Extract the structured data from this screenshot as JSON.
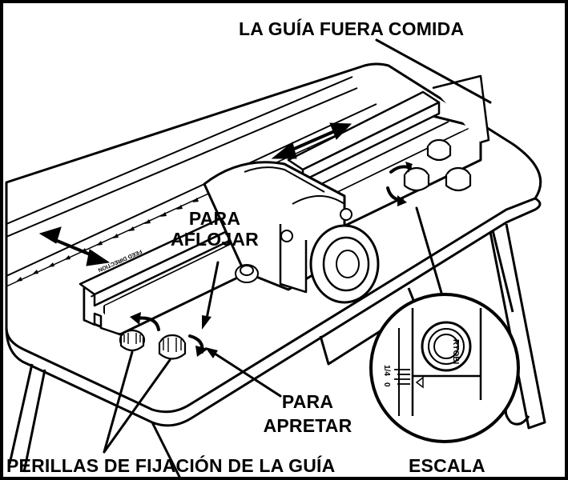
{
  "labels": {
    "fence_off": "LA GUÍA FUERA COMIDA",
    "loosen_line1": "PARA",
    "loosen_line2": "AFLOJAR",
    "tighten_line1": "PARA",
    "tighten_line2": "APRETAR",
    "knobs": "PERILLAS DE FIJACIÓN DE LA GUÍA",
    "scale": "ESCALA"
  },
  "inset": {
    "scale_quarter": "1/4",
    "scale_zero": "0",
    "brand": "RYOBI"
  },
  "table_stamp": "FEED DIRECTION",
  "colors": {
    "line": "#000000",
    "background": "#ffffff"
  }
}
